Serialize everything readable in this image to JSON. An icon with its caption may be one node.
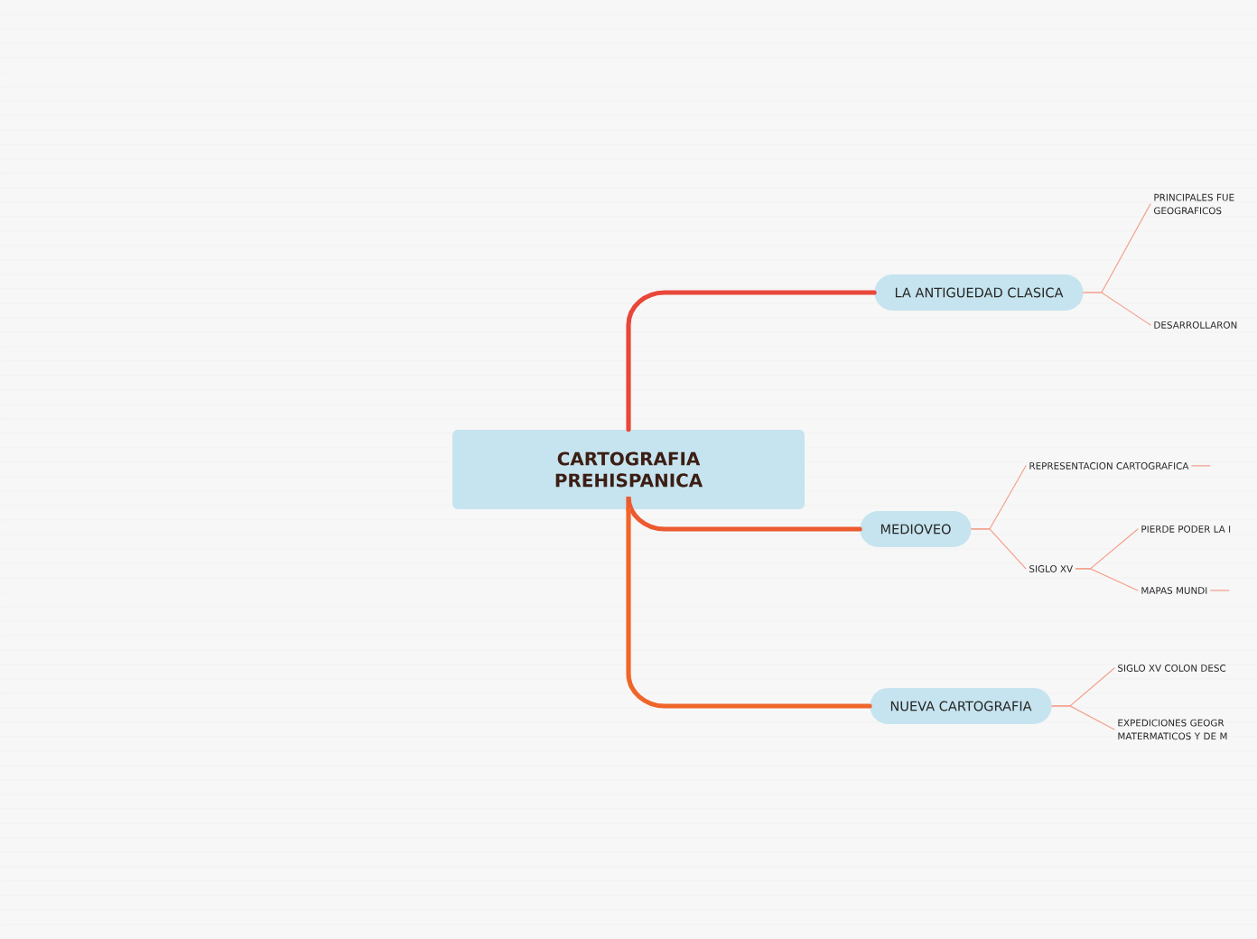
{
  "diagram": {
    "nodes": [
      {
        "text": [
          "CARTOGRAFIA PREHISPANICA"
        ]
      },
      {
        "text": [
          "LA ANTIGUEDAD CLASICA"
        ]
      },
      {
        "text": [
          "MEDIOVEO"
        ]
      },
      {
        "text": [
          "NUEVA CARTOGRAFIA"
        ]
      },
      {
        "text": [
          "PRINCIPALES FUE GEOGRAFICOS"
        ]
      },
      {
        "text": [
          "DESARROLLARON"
        ]
      },
      {
        "text": [
          "REPRESENTACION CARTOGRAFICA"
        ]
      },
      {
        "text": [
          "SIGLO XV"
        ]
      },
      {
        "text": [
          "PIERDE PODER LA I"
        ]
      },
      {
        "text": [
          "MAPAS MUNDI"
        ]
      },
      {
        "text": [
          "SIGLO XV COLON DESC"
        ]
      },
      {
        "text": [
          "EXPEDICIONES GEOGR MATERMATICOS Y DE M"
        ]
      }
    ],
    "edges": [
      {
        "from": 0,
        "to": 1,
        "arrow": "none",
        "style": "thick",
        "color": "#e8473a"
      },
      {
        "from": 0,
        "to": 2,
        "arrow": "none",
        "style": "thick",
        "color": "#ec5a30"
      },
      {
        "from": 0,
        "to": 3,
        "arrow": "none",
        "style": "thick",
        "color": "#f0652a"
      },
      {
        "from": 1,
        "to": 4,
        "arrow": "none"
      },
      {
        "from": 1,
        "to": 5,
        "arrow": "none"
      },
      {
        "from": 2,
        "to": 6,
        "arrow": "none"
      },
      {
        "from": 2,
        "to": 7,
        "arrow": "none"
      },
      {
        "from": 7,
        "to": 8,
        "arrow": "none"
      },
      {
        "from": 7,
        "to": 9,
        "arrow": "none"
      },
      {
        "from": 3,
        "to": 10,
        "arrow": "none"
      },
      {
        "from": 3,
        "to": 11,
        "arrow": "none"
      },
      {
        "from": 6,
        "to": null,
        "arrow": "none"
      },
      {
        "from": 9,
        "to": null,
        "arrow": "none"
      }
    ]
  }
}
